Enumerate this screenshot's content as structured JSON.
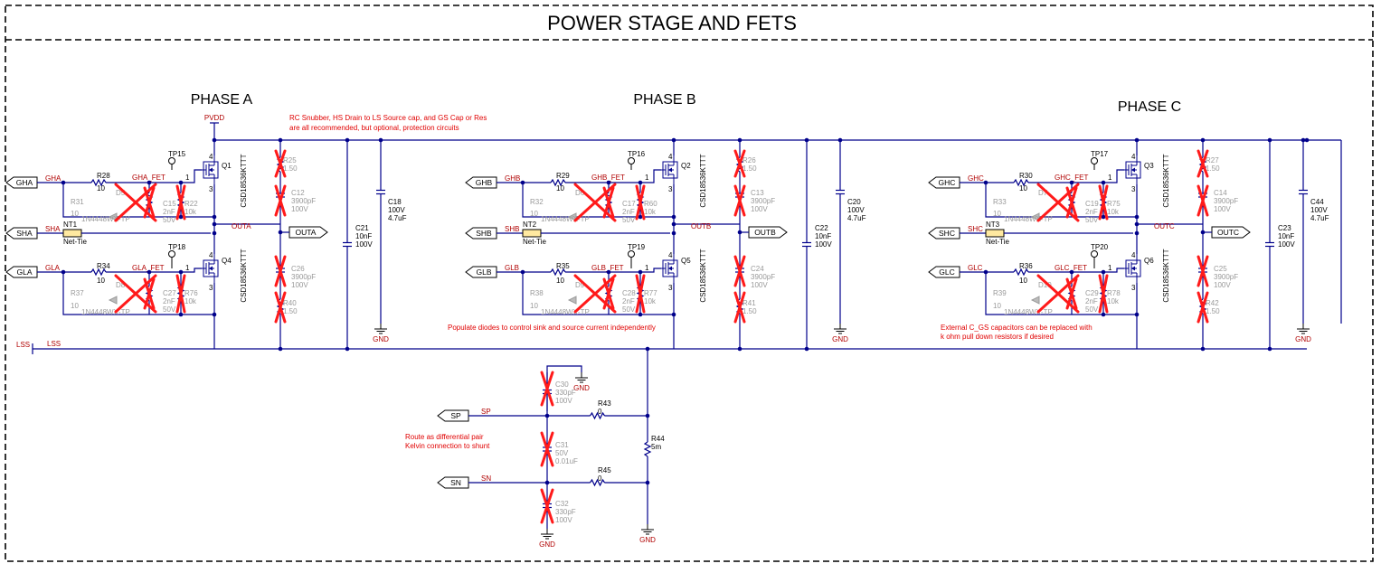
{
  "title": "POWER STAGE AND FETS",
  "phases": [
    {
      "name": "PHASE A",
      "supply": "PVDD",
      "ports": {
        "gh": "GHA",
        "sh": "SHA",
        "gl": "GLA",
        "out": "OUTA"
      },
      "nets": {
        "gh": "GHA",
        "sh": "SHA",
        "gl": "GLA",
        "gh_fet": "GHA_FET",
        "gl_fet": "GLA_FET",
        "out": "OUTA"
      },
      "tp_hi": "TP15",
      "tp_lo": "TP18",
      "q_hi": "Q1",
      "q_lo": "Q4",
      "fet_part": "CSD18536KTTT",
      "r_gh": {
        "ref": "R28",
        "val": "10"
      },
      "r_gl": {
        "ref": "R34",
        "val": "10"
      },
      "r_pd_hi": {
        "ref": "R31",
        "val": "10"
      },
      "r_pd_lo": {
        "ref": "R37",
        "val": "10"
      },
      "d_hi": {
        "ref": "D5",
        "val": "1N4448WX-TP"
      },
      "d_lo": {
        "ref": "D8",
        "val": "1N4448WX-TP"
      },
      "c_gs_hi": {
        "ref": "C15",
        "val": "2nF",
        "v": "50V"
      },
      "c_gs_lo": {
        "ref": "C27",
        "val": "2nF",
        "v": "50V"
      },
      "r_gs_hi": {
        "ref": "R22",
        "val": "10k"
      },
      "r_gs_lo": {
        "ref": "R76",
        "val": "10k"
      },
      "nt": {
        "ref": "NT1",
        "val": "Net-Tie"
      },
      "snub_hi_r": {
        "ref": "R25",
        "val": "1.50"
      },
      "snub_hi_c": {
        "ref": "C12",
        "val": "3900pF",
        "v": "100V"
      },
      "snub_lo_c": {
        "ref": "C26",
        "val": "3900pF",
        "v": "100V"
      },
      "snub_lo_r": {
        "ref": "R40",
        "val": "1.50"
      },
      "c_small": {
        "ref": "C21",
        "val": "10nF",
        "v": "100V"
      },
      "c_bulk": {
        "ref": "C18",
        "v": "100V",
        "val": "4.7uF"
      },
      "gnd": "GND"
    },
    {
      "name": "PHASE B",
      "ports": {
        "gh": "GHB",
        "sh": "SHB",
        "gl": "GLB",
        "out": "OUTB"
      },
      "nets": {
        "gh": "GHB",
        "sh": "SHB",
        "gl": "GLB",
        "gh_fet": "GHB_FET",
        "gl_fet": "GLB_FET",
        "out": "OUTB"
      },
      "tp_hi": "TP16",
      "tp_lo": "TP19",
      "q_hi": "Q2",
      "q_lo": "Q5",
      "fet_part": "CSD18536KTTT",
      "r_gh": {
        "ref": "R29",
        "val": "10"
      },
      "r_gl": {
        "ref": "R35",
        "val": "10"
      },
      "r_pd_hi": {
        "ref": "R32",
        "val": "10"
      },
      "r_pd_lo": {
        "ref": "R38",
        "val": "10"
      },
      "d_hi": {
        "ref": "D6",
        "val": "1N4448WX-TP"
      },
      "d_lo": {
        "ref": "D9",
        "val": "1N4448WX-TP"
      },
      "c_gs_hi": {
        "ref": "C17",
        "val": "2nF",
        "v": "50V"
      },
      "c_gs_lo": {
        "ref": "C28",
        "val": "2nF",
        "v": "50V"
      },
      "r_gs_hi": {
        "ref": "R60",
        "val": "10k"
      },
      "r_gs_lo": {
        "ref": "R77",
        "val": "10k"
      },
      "nt": {
        "ref": "NT2",
        "val": "Net-Tie"
      },
      "snub_hi_r": {
        "ref": "R26",
        "val": "1.50"
      },
      "snub_hi_c": {
        "ref": "C13",
        "val": "3900pF",
        "v": "100V"
      },
      "snub_lo_c": {
        "ref": "C24",
        "val": "3900pF",
        "v": "100V"
      },
      "snub_lo_r": {
        "ref": "R41",
        "val": "1.50"
      },
      "c_small": {
        "ref": "C22",
        "val": "10nF",
        "v": "100V"
      },
      "c_bulk": {
        "ref": "C20",
        "v": "100V",
        "val": "4.7uF"
      },
      "gnd": "GND"
    },
    {
      "name": "PHASE C",
      "ports": {
        "gh": "GHC",
        "sh": "SHC",
        "gl": "GLC",
        "out": "OUTC"
      },
      "nets": {
        "gh": "GHC",
        "sh": "SHC",
        "gl": "GLC",
        "gh_fet": "GHC_FET",
        "gl_fet": "GLC_FET",
        "out": "OUTC"
      },
      "tp_hi": "TP17",
      "tp_lo": "TP20",
      "q_hi": "Q3",
      "q_lo": "Q6",
      "fet_part": "CSD18536KTTT",
      "r_gh": {
        "ref": "R30",
        "val": "10"
      },
      "r_gl": {
        "ref": "R36",
        "val": "10"
      },
      "r_pd_hi": {
        "ref": "R33",
        "val": "10"
      },
      "r_pd_lo": {
        "ref": "R39",
        "val": "10"
      },
      "d_hi": {
        "ref": "D7",
        "val": "1N4448WX-TP"
      },
      "d_lo": {
        "ref": "D10",
        "val": "1N4448WX-TP"
      },
      "c_gs_hi": {
        "ref": "C19",
        "val": "2nF",
        "v": "50V"
      },
      "c_gs_lo": {
        "ref": "C29",
        "val": "2nF",
        "v": "50V"
      },
      "r_gs_hi": {
        "ref": "R75",
        "val": "10k"
      },
      "r_gs_lo": {
        "ref": "R78",
        "val": "10k"
      },
      "nt": {
        "ref": "NT3",
        "val": "Net-Tie"
      },
      "snub_hi_r": {
        "ref": "R27",
        "val": "1.50"
      },
      "snub_hi_c": {
        "ref": "C14",
        "val": "3900pF",
        "v": "100V"
      },
      "snub_lo_c": {
        "ref": "C25",
        "val": "3900pF",
        "v": "100V"
      },
      "snub_lo_r": {
        "ref": "R42",
        "val": "1.50"
      },
      "c_small": {
        "ref": "C23",
        "val": "10nF",
        "v": "100V"
      },
      "c_bulk": {
        "ref": "C44",
        "v": "100V",
        "val": "4.7uF"
      },
      "gnd": "GND"
    }
  ],
  "notes": {
    "snubber_1": "RC Snubber, HS Drain to LS Source cap, and GS Cap or Res",
    "snubber_2": "are all recommended, but optional, protection circuits",
    "diodes": "Populate diodes to control sink and source current independently",
    "cgs_1": "External C_GS capacitors can be replaced with",
    "cgs_2": "k ohm pull down resistors if desired",
    "diff_1": "Route as differential pair",
    "diff_2": "Kelvin connection to shunt"
  },
  "lss": {
    "port": "LSS",
    "net": "LSS"
  },
  "shunt": {
    "sp": {
      "port": "SP",
      "net": "SP"
    },
    "sn": {
      "port": "SN",
      "net": "SN"
    },
    "c30": {
      "ref": "C30",
      "val": "330pF",
      "v": "100V"
    },
    "c31": {
      "ref": "C31",
      "v": "50V",
      "val": "0.01uF"
    },
    "c32": {
      "ref": "C32",
      "val": "330pF",
      "v": "100V"
    },
    "r43": {
      "ref": "R43",
      "val": "0"
    },
    "r45": {
      "ref": "R45",
      "val": "0"
    },
    "r44": {
      "ref": "R44",
      "val": "5m"
    },
    "gnd": "GND"
  },
  "colors": {
    "wire": "#00008b",
    "dnp_cross": "#ff1a1a",
    "note": "#e00000",
    "net_label": "#b00000"
  }
}
